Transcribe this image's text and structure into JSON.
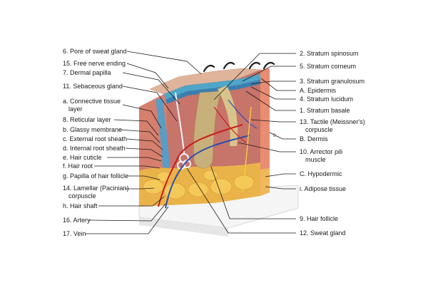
{
  "labels_left": [
    {
      "key": "l1",
      "text": "6. Pore of sweat gland"
    },
    {
      "key": "l2",
      "text": "15. Free nerve ending"
    },
    {
      "key": "l3",
      "text": "7. Dermal papilla"
    },
    {
      "key": "l4",
      "text": "11. Sebaceous gland"
    },
    {
      "key": "l5a",
      "text": "a. Connective tissue"
    },
    {
      "key": "l5b",
      "text": "layer"
    },
    {
      "key": "l6",
      "text": "8. Reticular layer"
    },
    {
      "key": "l7",
      "text": "b. Glassy membrane"
    },
    {
      "key": "l8",
      "text": "c. External root sheath"
    },
    {
      "key": "l9",
      "text": "d. Internal root sheath"
    },
    {
      "key": "l10",
      "text": "e. Hair cuticle"
    },
    {
      "key": "l11",
      "text": "f. Hair root"
    },
    {
      "key": "l12",
      "text": "g. Papilla of hair follicle"
    },
    {
      "key": "l13a",
      "text": "14. Lamellar (Pacinian)"
    },
    {
      "key": "l13b",
      "text": "corpuscle"
    },
    {
      "key": "l14",
      "text": "h. Hair shaft"
    },
    {
      "key": "l15",
      "text": "16. Artery"
    },
    {
      "key": "l16",
      "text": "17. Vein"
    }
  ],
  "labels_right": [
    {
      "key": "r1",
      "text": "2. Stratum spinosum"
    },
    {
      "key": "r2",
      "text": "5. Stratum corneum"
    },
    {
      "key": "r3",
      "text": "3. Stratum granulosum"
    },
    {
      "key": "r4",
      "text": "A. Epidermis"
    },
    {
      "key": "r5",
      "text": "4. Stratum lucidum"
    },
    {
      "key": "r6",
      "text": "1. Stratum basale"
    },
    {
      "key": "r7a",
      "text": "13. Tactile (Meissner's)"
    },
    {
      "key": "r7b",
      "text": "corpuscle"
    },
    {
      "key": "r8",
      "text": "B. Dermis"
    },
    {
      "key": "r9a",
      "text": "10. Arrector pili"
    },
    {
      "key": "r9b",
      "text": "muscle"
    },
    {
      "key": "r10",
      "text": "C. Hypodermic"
    },
    {
      "key": "r11",
      "text": "i. Adipose tissue"
    },
    {
      "key": "r12",
      "text": "9. Hair follicle"
    },
    {
      "key": "r13",
      "text": "12. Sweat gland"
    }
  ],
  "model_letters": {
    "b": "B"
  },
  "colors": {
    "epidermis": "#e8a07a",
    "dermis": "#c97a6a",
    "hypodermis": "#e8b850",
    "fat": "#f2c24a",
    "artery": "#c81e1e",
    "vein": "#2a4fb0",
    "follicle": "#c9b27a",
    "base": "#f4f4f4",
    "side": "#e88a6a"
  }
}
